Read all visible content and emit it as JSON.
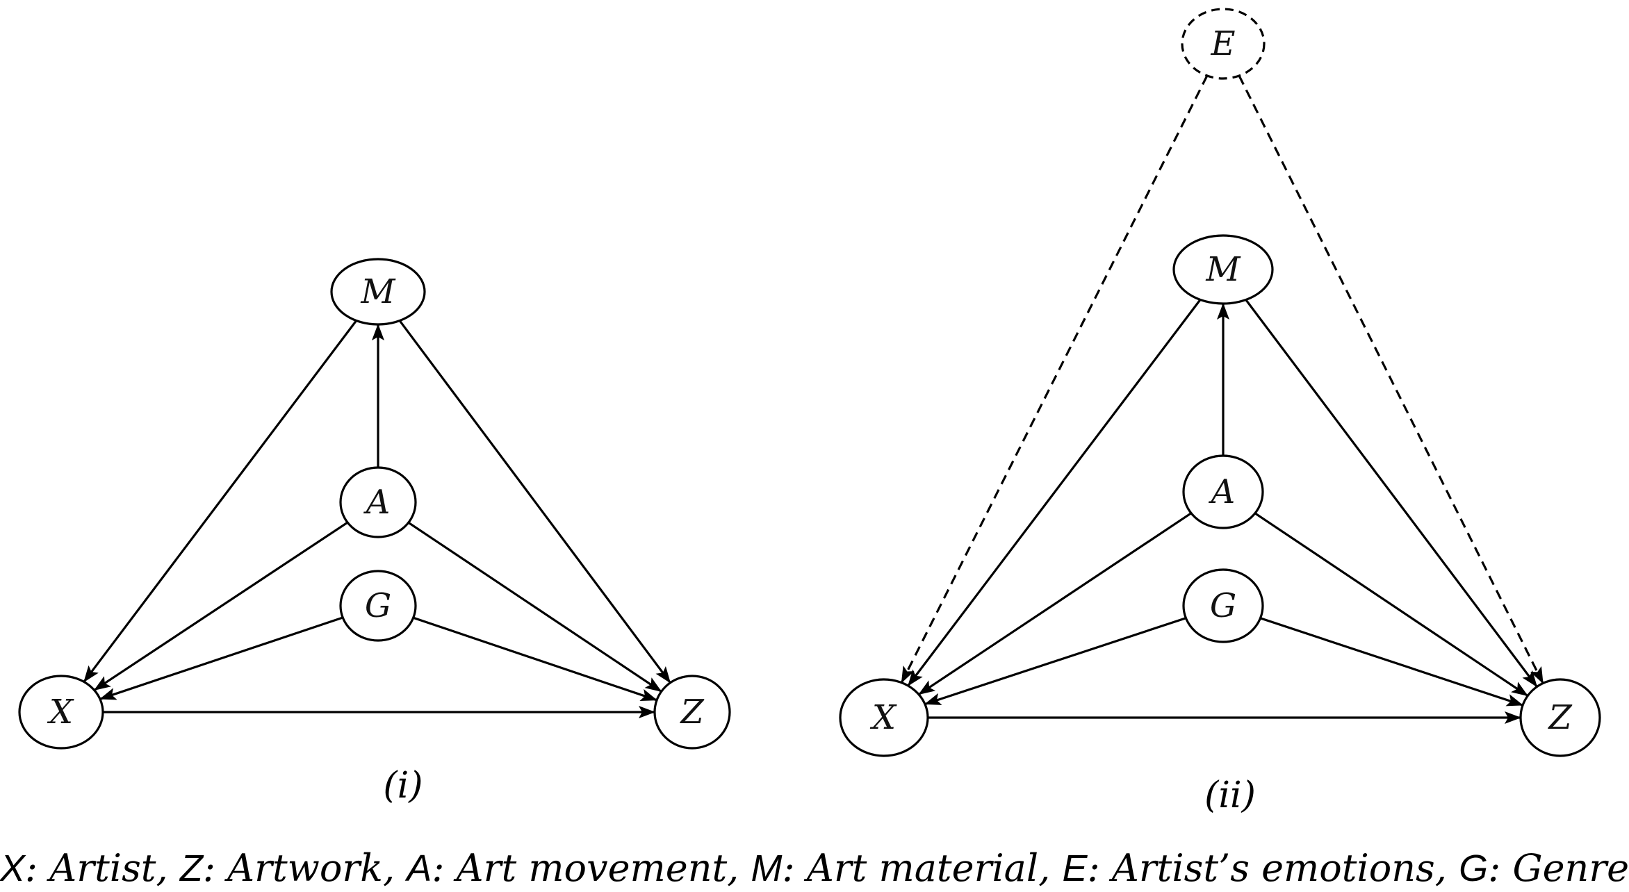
{
  "panels": [
    {
      "id": "i",
      "label": "(i)",
      "nodes": [
        {
          "id": "M",
          "label": "M",
          "style": "solid"
        },
        {
          "id": "A",
          "label": "A",
          "style": "solid"
        },
        {
          "id": "G",
          "label": "G",
          "style": "solid"
        },
        {
          "id": "X",
          "label": "X",
          "style": "solid"
        },
        {
          "id": "Z",
          "label": "Z",
          "style": "solid"
        }
      ],
      "edges": [
        {
          "from": "A",
          "to": "M",
          "style": "solid"
        },
        {
          "from": "M",
          "to": "X",
          "style": "solid"
        },
        {
          "from": "M",
          "to": "Z",
          "style": "solid"
        },
        {
          "from": "A",
          "to": "X",
          "style": "solid"
        },
        {
          "from": "A",
          "to": "Z",
          "style": "solid"
        },
        {
          "from": "G",
          "to": "X",
          "style": "solid"
        },
        {
          "from": "G",
          "to": "Z",
          "style": "solid"
        },
        {
          "from": "X",
          "to": "Z",
          "style": "solid"
        }
      ]
    },
    {
      "id": "ii",
      "label": "(ii)",
      "nodes": [
        {
          "id": "E",
          "label": "E",
          "style": "dashed"
        },
        {
          "id": "M",
          "label": "M",
          "style": "solid"
        },
        {
          "id": "A",
          "label": "A",
          "style": "solid"
        },
        {
          "id": "G",
          "label": "G",
          "style": "solid"
        },
        {
          "id": "X",
          "label": "X",
          "style": "solid"
        },
        {
          "id": "Z",
          "label": "Z",
          "style": "solid"
        }
      ],
      "edges": [
        {
          "from": "E",
          "to": "X",
          "style": "dashed"
        },
        {
          "from": "E",
          "to": "Z",
          "style": "dashed"
        },
        {
          "from": "A",
          "to": "M",
          "style": "solid"
        },
        {
          "from": "M",
          "to": "X",
          "style": "solid"
        },
        {
          "from": "M",
          "to": "Z",
          "style": "solid"
        },
        {
          "from": "A",
          "to": "X",
          "style": "solid"
        },
        {
          "from": "A",
          "to": "Z",
          "style": "solid"
        },
        {
          "from": "G",
          "to": "X",
          "style": "solid"
        },
        {
          "from": "G",
          "to": "Z",
          "style": "solid"
        },
        {
          "from": "X",
          "to": "Z",
          "style": "solid"
        }
      ]
    }
  ],
  "legend": [
    {
      "key": "X",
      "sep": ": ",
      "desc": "Artist, "
    },
    {
      "key": "Z",
      "sep": ": ",
      "desc": "Artwork, "
    },
    {
      "key": "A",
      "sep": ": ",
      "desc": "Art movement, "
    },
    {
      "key": "M",
      "sep": ": ",
      "desc": "Art material, "
    },
    {
      "key": "E",
      "sep": ": ",
      "desc": "Artist’s emotions, "
    },
    {
      "key": "G",
      "sep": ": ",
      "desc": "Genre"
    }
  ],
  "colors": {
    "stroke": "#000000",
    "background": "#ffffff"
  }
}
